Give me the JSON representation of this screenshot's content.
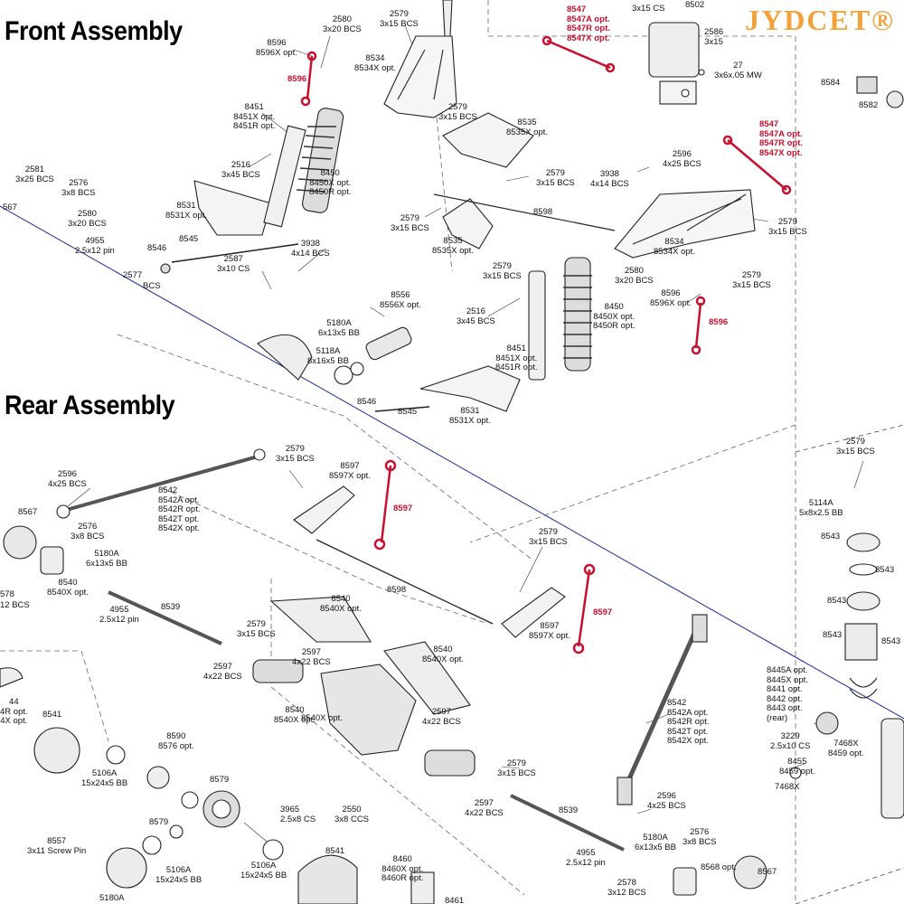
{
  "brand": "JYDCET®",
  "titles": {
    "front": "Front Assembly",
    "rear": "Rear Assembly"
  },
  "labels": [
    "2580\n3x20 BCS",
    "2579\n3x15 BCS",
    "8596\n8596X opt.",
    "8534\n8534X opt.",
    "8596",
    "8451\n8451X opt.\n8451R opt.",
    "2579\n3x15 BCS",
    "8535\n8535X opt.",
    "2516\n3x45 BCS",
    "8450\n8450X opt.\n8450R opt.",
    "8531\n8531X opt.",
    "2579\n3x15 BCS",
    "2581\n3x25 BCS",
    "2576\n3x8 BCS",
    "2580\n3x20 BCS",
    "4955\n2.5x12 pin",
    "8546",
    "8545",
    "2577",
    "2587\n3x10 CS",
    "3938\n4x14 BCS",
    "2579\n3x15 BCS",
    "8535\n8535X opt.",
    "2579\n3x15 BCS",
    "8556\n8556X opt.",
    "5180A\n6x13x5 BB",
    "5118A\n8x16x5 BB",
    "2516\n3x45 BCS",
    "8546",
    "8545",
    "8531\n8531X opt.",
    "8451\n8451X opt.\n8451R opt.",
    "8450\n8450X opt.\n8450R opt.",
    "8598",
    "3938\n4x14 BCS",
    "2596\n4x25 BCS",
    "2579\n3x15 BCS",
    "8534\n8534X opt.",
    "2580\n3x20 BCS",
    "8596\n8596X opt.",
    "2579\n3x15 BCS",
    "8596",
    "8547\n8547A opt.\n8547R opt.\n8547X opt.",
    "8547\n8547A opt.\n8547R opt.\n8547X opt.",
    "2586\n3x15",
    "27\n3x6x.05 MW",
    "3x15 CS",
    "8584",
    "8582",
    "2579\n3x15 BCS",
    "8597\n8597X opt.",
    "8597",
    "2596\n4x25 BCS",
    "8542\n8542A opt.\n8542R opt.\n8542T opt.\n8542X opt.",
    "8567",
    "2576\n3x8 BCS",
    "5180A\n6x13x5 BB",
    "8540\n8540X opt.",
    "4955\n2.5x12 pin",
    "8539",
    "2579\n3x15 BCS",
    "8540\n8540X opt.",
    "8598",
    "2579\n3x15 BCS",
    "8597",
    "8597\n8597X opt.",
    "2597\n4x22 BCS",
    "2597\n4x22 BCS",
    "8540\n8540X opt.",
    "8540\n8540X opt.",
    "2597\n4x22 BCS",
    "8541",
    "8590\n8576 opt.",
    "5106A\n15x24x5 BB",
    "8579",
    "3965\n2.5x8 CS",
    "8579",
    "2550\n3x8 CCS",
    "2579\n3x15 BCS",
    "2597\n4x22 BCS",
    "8539",
    "8542\n8542A opt.\n8542R opt.\n8542T opt.\n8542X opt.",
    "2596\n4x25 BCS",
    "5180A\n6x13x5 BB",
    "2576\n3x8 BCS",
    "4955\n2.5x12 pin",
    "8557\n3x11 Screw Pin",
    "5106A\n15x24x5 BB",
    "5106A\n15x24x5 BB",
    "8541",
    "8460\n8460X opt.\n8460R opt.",
    "8461",
    "5180A",
    "2578\n3x12 BCS",
    "8568 opt.",
    "8567",
    "2579\n3x15 BCS",
    "5114A\n5x8x2.5 BB",
    "8543",
    "8543",
    "8543",
    "8543",
    "8543",
    "8445A opt.\n8445X opt.\n8441 opt.\n8442 opt.\n8443 opt.\n(rear)",
    "3229\n2.5x10 CS",
    "7468X\n8459 opt.",
    "8455\n8459 opt.",
    "7468X",
    "8540X opt.",
    "578",
    "12 BCS",
    "44\n4R opt.\n4X opt.",
    "567",
    "BCS",
    "8502"
  ]
}
